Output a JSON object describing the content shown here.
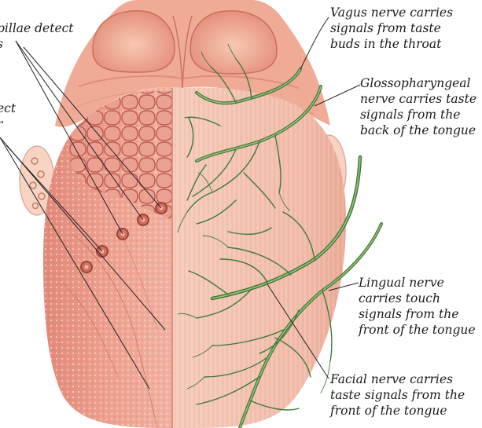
{
  "labels": {
    "vagus": [
      "Vagus nerve carries",
      "signals from taste",
      "buds in the throat"
    ],
    "glossopharyngeal": [
      "Glossopharyngeal",
      "nerve carries taste",
      "signals from the",
      "back of the tongue"
    ],
    "lingual": [
      "Lingual nerve",
      "carries touch",
      "signals from the",
      "front of the tongue"
    ],
    "facial": [
      "Facial nerve carries",
      "taste signals from the",
      "front of the tongue"
    ],
    "papillae_fragment": [
      "pillae detect",
      "s"
    ],
    "left_fragment": [
      "ect",
      "r"
    ]
  },
  "colors": {
    "tongue_light": "#f2b9a8",
    "tongue_mid": "#e89583",
    "tongue_dark": "#c9685a",
    "muscle": "#f3c3b3",
    "nerve": "#3f7a3a",
    "nerve_light": "#9ec27a",
    "tonsil": "#f6d3c2"
  }
}
